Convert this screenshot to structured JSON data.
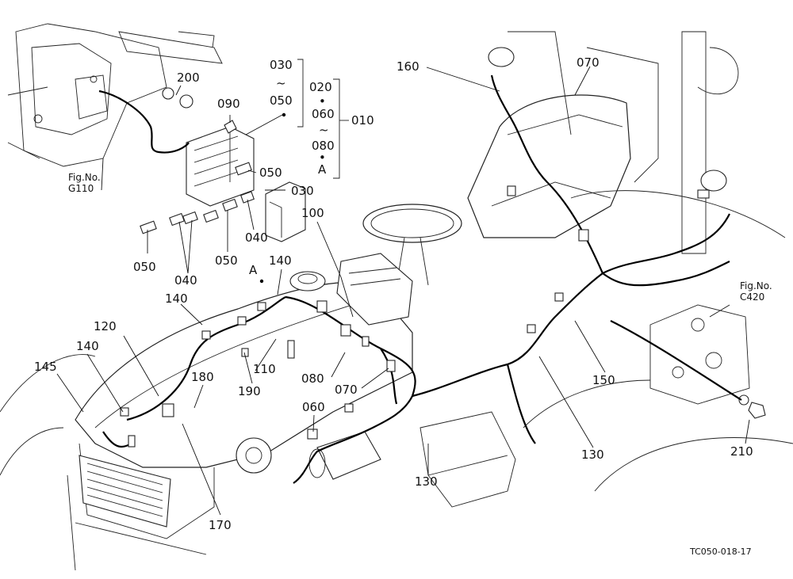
{
  "diagram": {
    "parts": [
      {
        "id": "p200",
        "label": "200"
      },
      {
        "id": "p090",
        "label": "090"
      },
      {
        "id": "p030a",
        "label": "030"
      },
      {
        "id": "p050a",
        "label": "050"
      },
      {
        "id": "p020",
        "label": "020"
      },
      {
        "id": "p060a",
        "label": "060"
      },
      {
        "id": "p080a",
        "label": "080"
      },
      {
        "id": "pA1",
        "label": "A"
      },
      {
        "id": "p010",
        "label": "010"
      },
      {
        "id": "p160",
        "label": "160"
      },
      {
        "id": "p070a",
        "label": "070"
      },
      {
        "id": "p050b",
        "label": "050"
      },
      {
        "id": "p030b",
        "label": "030"
      },
      {
        "id": "p050c",
        "label": "050"
      },
      {
        "id": "p040a",
        "label": "040"
      },
      {
        "id": "p050d",
        "label": "050"
      },
      {
        "id": "p040b",
        "label": "040"
      },
      {
        "id": "p100",
        "label": "100"
      },
      {
        "id": "pA2",
        "label": "A"
      },
      {
        "id": "p140a",
        "label": "140"
      },
      {
        "id": "p140b",
        "label": "140"
      },
      {
        "id": "p120",
        "label": "120"
      },
      {
        "id": "p140c",
        "label": "140"
      },
      {
        "id": "p145",
        "label": "145"
      },
      {
        "id": "p180",
        "label": "180"
      },
      {
        "id": "p110",
        "label": "110"
      },
      {
        "id": "p190",
        "label": "190"
      },
      {
        "id": "p080b",
        "label": "080"
      },
      {
        "id": "p070b",
        "label": "070"
      },
      {
        "id": "p060b",
        "label": "060"
      },
      {
        "id": "p150",
        "label": "150"
      },
      {
        "id": "p130a",
        "label": "130"
      },
      {
        "id": "p130b",
        "label": "130"
      },
      {
        "id": "p210",
        "label": "210"
      },
      {
        "id": "p170",
        "label": "170"
      }
    ],
    "tilde_1": "~",
    "tilde_2": "~",
    "dot_1": "•",
    "dot_2": "•",
    "fig_refs": [
      {
        "line1": "Fig.No.",
        "line2": "G110"
      },
      {
        "line1": "Fig.No.",
        "line2": "C420"
      }
    ],
    "drawing_code": "TC050-018-17"
  }
}
